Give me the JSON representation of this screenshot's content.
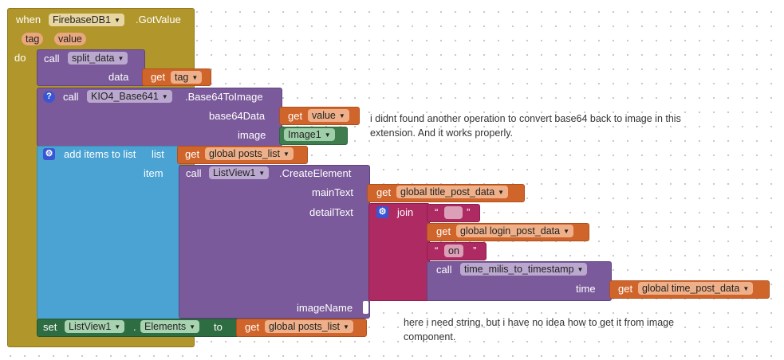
{
  "event": {
    "when": "when",
    "component": "FirebaseDB1",
    "event_name": ".GotValue",
    "param1": "tag",
    "param2": "value",
    "do": "do"
  },
  "split": {
    "call": "call",
    "name": "split_data",
    "data_label": "data",
    "get": "get",
    "var": "tag"
  },
  "b64": {
    "call": "call",
    "component": "KIO4_Base641",
    "method": ".Base64ToImage",
    "base64_label": "base64Data",
    "get": "get",
    "var": "value",
    "image_label": "image",
    "image_comp": "Image1"
  },
  "add": {
    "label": "add items to list",
    "list_label": "list",
    "get": "get",
    "list_var": "global posts_list",
    "item_label": "item"
  },
  "create": {
    "call": "call",
    "component": "ListView1",
    "method": ".CreateElement",
    "main_label": "mainText",
    "main_get": "get",
    "main_var": "global title_post_data",
    "detail_label": "detailText",
    "imagename_label": "imageName"
  },
  "join": {
    "label": "join",
    "quote_open": "“",
    "quote_close": "”",
    "str1": " ",
    "get": "get",
    "login_var": "global login_post_data",
    "str2": "on",
    "call": "call",
    "proc": "time_milis_to_timestamp",
    "time_label": "time",
    "time_get": "get",
    "time_var": "global time_post_data"
  },
  "set": {
    "set": "set",
    "component": "ListView1",
    "dot": ".",
    "prop": "Elements",
    "to": "to",
    "get": "get",
    "var": "global posts_list"
  },
  "notes": {
    "note1_line1": "i didnt found another operation to convert base64 back to image in this",
    "note1_line2": "extension. And it works properly.",
    "note2_line1": "here i need string, but i have no idea how to get it from image",
    "note2_line2": "component."
  },
  "colors": {
    "event": "#b1962b",
    "procedure": "#7a5a9a",
    "list": "#4aa3d3",
    "variable": "#d0652b",
    "text": "#ad2b62",
    "component": "#3f7d4e"
  }
}
